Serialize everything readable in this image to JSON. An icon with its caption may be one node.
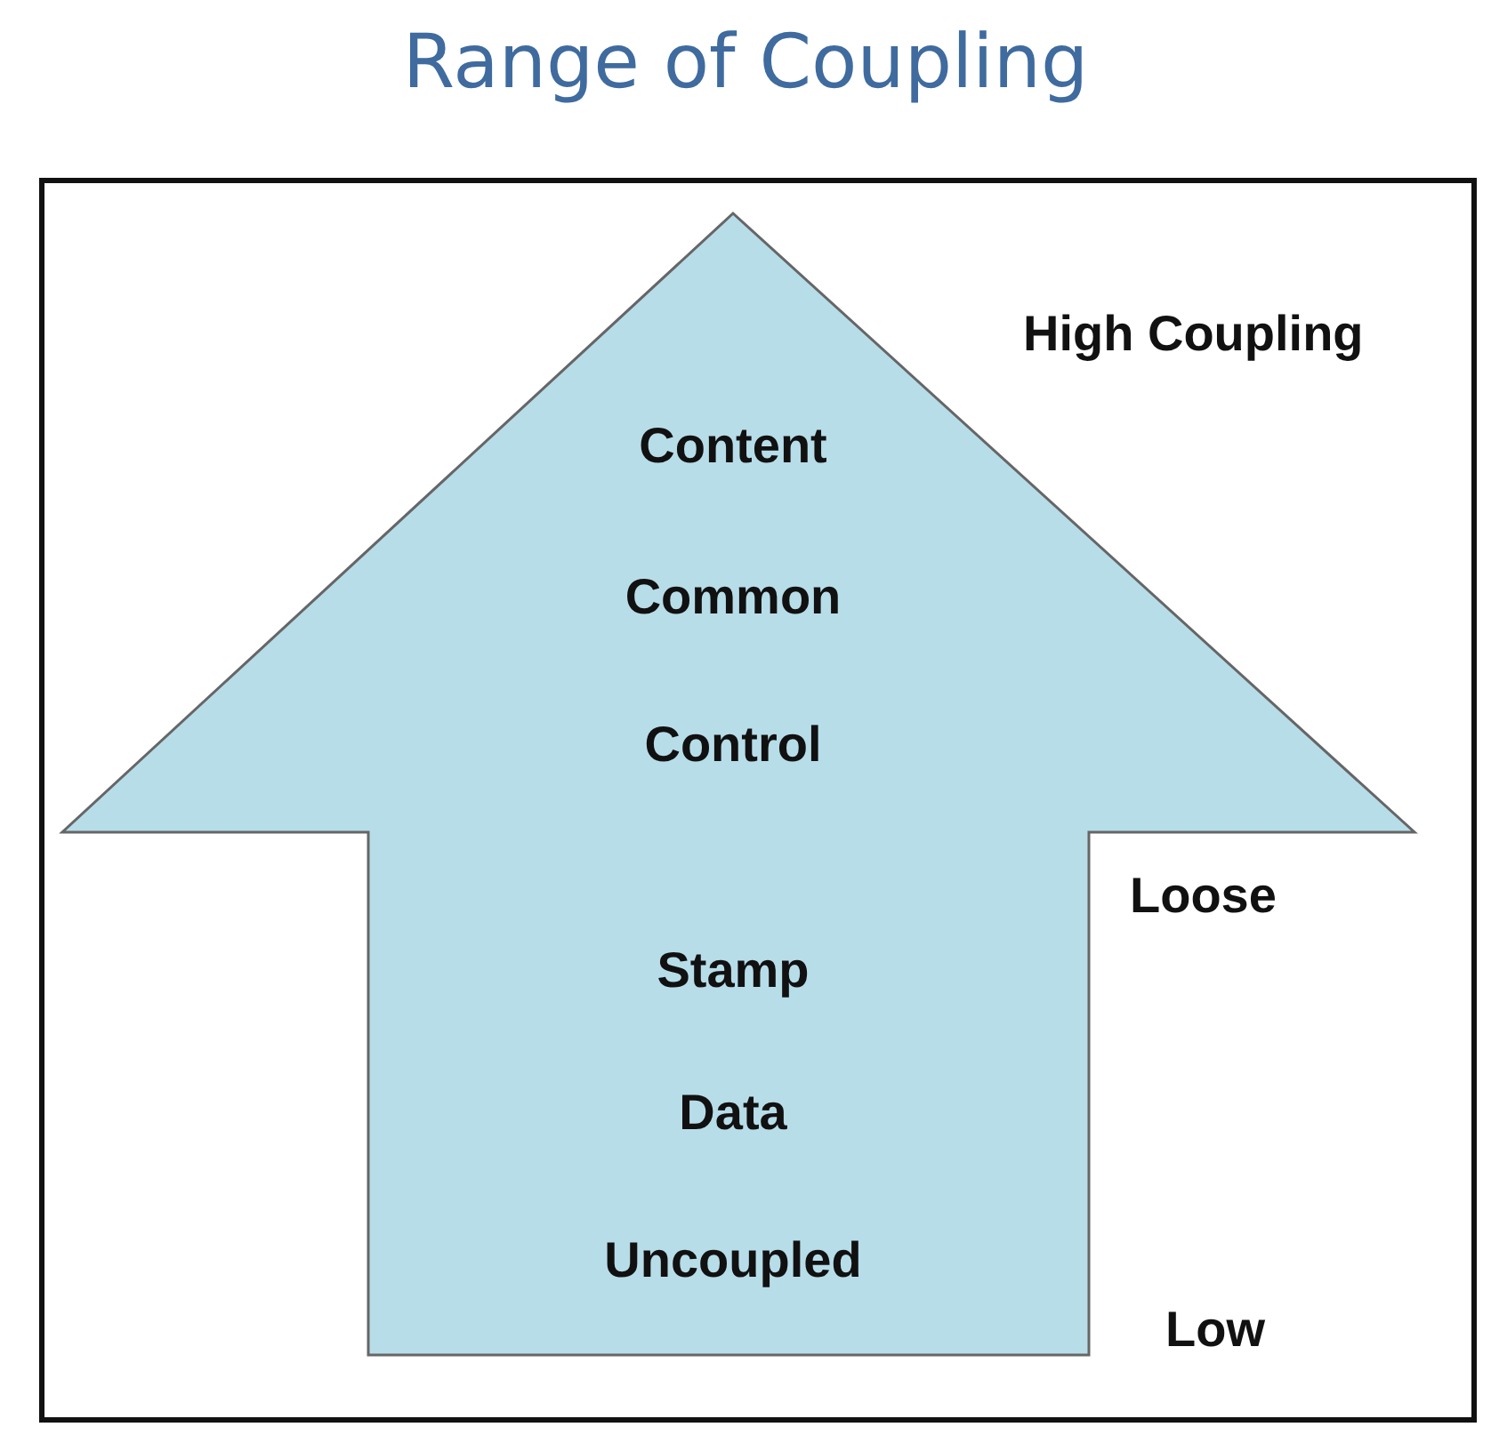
{
  "diagram": {
    "title": "Range of Coupling",
    "nodes": [
      {
        "text": [
          "Content",
          "Common",
          "Control",
          "Stamp",
          "Data",
          "Uncoupled"
        ]
      }
    ],
    "labels": [
      "High Coupling",
      "Loose",
      "Low"
    ]
  }
}
